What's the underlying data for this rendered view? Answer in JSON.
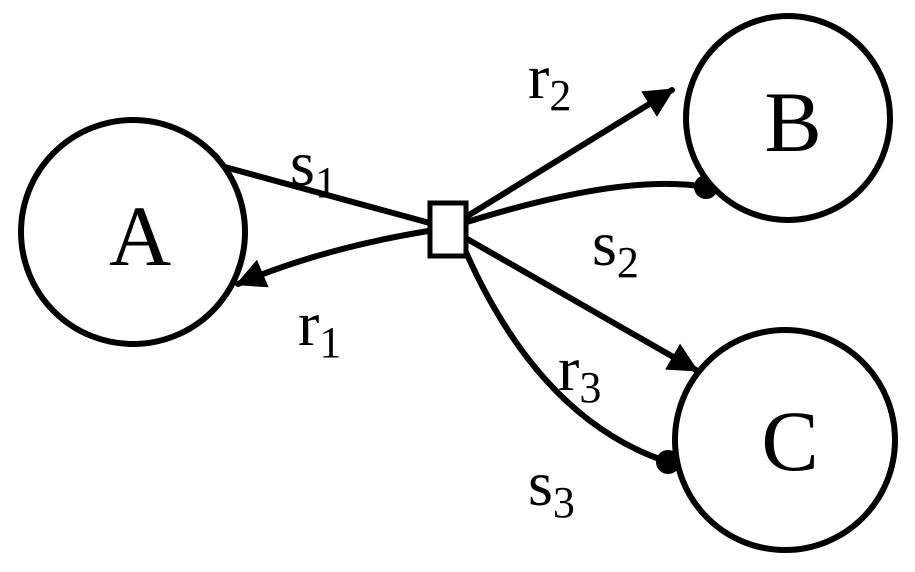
{
  "nodes": {
    "a": {
      "label": "A"
    },
    "b": {
      "label": "B"
    },
    "c": {
      "label": "C"
    }
  },
  "edges": {
    "s1": {
      "base": "s",
      "sub": "1"
    },
    "r1": {
      "base": "r",
      "sub": "1"
    },
    "r2": {
      "base": "r",
      "sub": "2"
    },
    "s2": {
      "base": "s",
      "sub": "2"
    },
    "r3": {
      "base": "r",
      "sub": "3"
    },
    "s3": {
      "base": "s",
      "sub": "3"
    }
  },
  "colors": {
    "stroke": "#000000",
    "background": "#ffffff"
  }
}
